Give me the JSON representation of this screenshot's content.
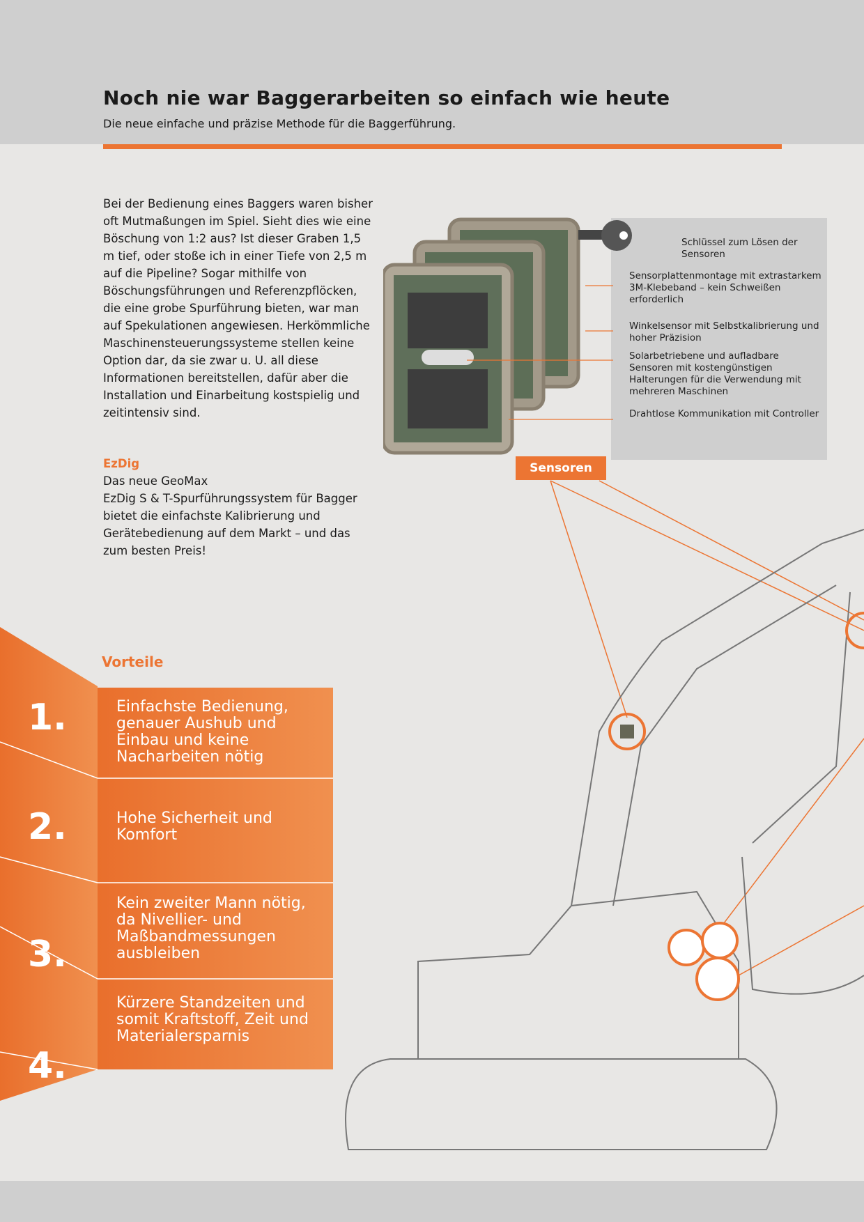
{
  "header": {
    "title": "Noch nie war Baggerarbeiten so einfach wie heute",
    "subtitle": "Die neue einfache und präzise Methode für die Baggerführung."
  },
  "intro": "Bei der Bedienung eines Baggers waren bisher oft Mutmaßungen im Spiel. Sieht dies wie eine Böschung von 1:2 aus? Ist dieser Graben 1,5 m tief, oder stoße ich in einer Tiefe von 2,5 m auf die Pipeline? Sogar mithilfe von Böschungsführungen und Referenzpflöcken, die eine grobe Spurführung bieten, war man auf Spekulationen angewiesen. Herkömmliche Maschinensteuerungssysteme stellen keine Option dar, da sie zwar u. U. all diese Informationen bereitstellen, dafür aber die Installation und Einarbeitung kostspielig und zeitintensiv sind.",
  "ezdig": {
    "heading": "EzDig",
    "line1": "Das neue GeoMax",
    "text": "EzDig S & T-Spurführungssystem für Bagger bietet die einfachste Kalibrierung und Gerätebedienung auf dem Markt – und das zum besten Preis!"
  },
  "annotations": [
    "Schlüssel zum Lösen der Sensoren",
    "Sensorplattenmontage mit extrastarkem 3M-Klebeband – kein Schweißen erforderlich",
    "Winkelsensor mit Selbstkalibrierung und hoher Präzision",
    "Solarbetriebene und aufladbare Sensoren mit kostengünstigen Halterungen für die Verwendung mit mehreren Maschinen",
    "Drahtlose Kommunikation mit Controller"
  ],
  "sensors_label": "Sensoren",
  "advantages": {
    "heading": "Vorteile",
    "items": [
      {
        "num": "1.",
        "text": "Einfachste Bedienung, genauer Aushub und Einbau und keine Nacharbeiten nötig"
      },
      {
        "num": "2.",
        "text": "Hohe Sicherheit und Komfort"
      },
      {
        "num": "3.",
        "text": "Kein zweiter Mann nötig, da Nivellier- und Maßbandmessungen ausbleiben"
      },
      {
        "num": "4.",
        "text": "Kürzere Standzeiten und somit Kraftstoff, Zeit und Materialersparnis"
      }
    ]
  },
  "colors": {
    "accent": "#ec7533",
    "band": "#cfcfcf",
    "bg": "#e8e7e5"
  }
}
